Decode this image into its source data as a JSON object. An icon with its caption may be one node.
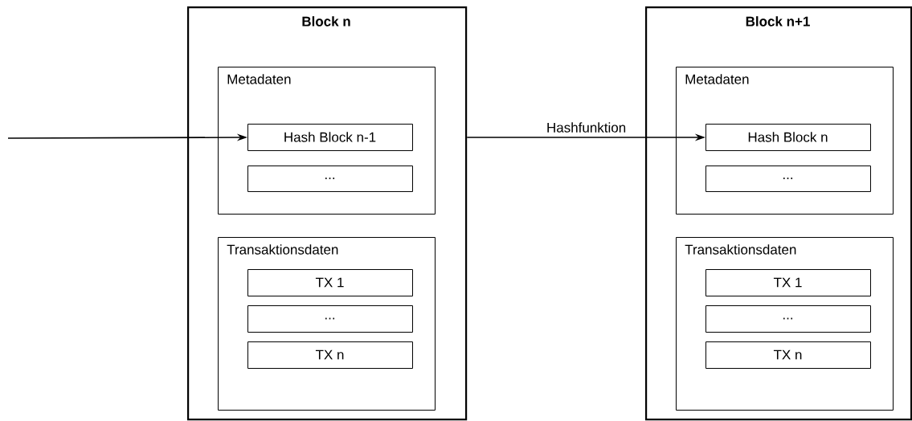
{
  "diagram": {
    "nodes": [
      {
        "text": [
          "Block n"
        ]
      },
      {
        "text": [
          "Metadaten"
        ],
        "in": 0
      },
      {
        "text": [
          "Hash Block n-1"
        ],
        "in": 1
      },
      {
        "text": [
          "..."
        ],
        "in": 1
      },
      {
        "text": [
          "Transaktionsdaten"
        ],
        "in": 0
      },
      {
        "text": [
          "TX 1"
        ],
        "in": 4
      },
      {
        "text": [
          "..."
        ],
        "in": 4
      },
      {
        "text": [
          "TX n"
        ],
        "in": 4
      },
      {
        "text": [
          "Block n+1"
        ]
      },
      {
        "text": [
          "Metadaten"
        ],
        "in": 8
      },
      {
        "text": [
          "Hash Block n"
        ],
        "in": 9
      },
      {
        "text": [
          "..."
        ],
        "in": 9
      },
      {
        "text": [
          "Transaktionsdaten"
        ],
        "in": 8
      },
      {
        "text": [
          "TX 1"
        ],
        "in": 12
      },
      {
        "text": [
          "..."
        ],
        "in": 12
      },
      {
        "text": [
          "TX n"
        ],
        "in": 12
      }
    ],
    "edges": [
      {
        "from": null,
        "to": 2,
        "arrow": "to"
      },
      {
        "from": 0,
        "to": 10,
        "arrow": "to",
        "label": "Hashfunktion"
      }
    ]
  }
}
